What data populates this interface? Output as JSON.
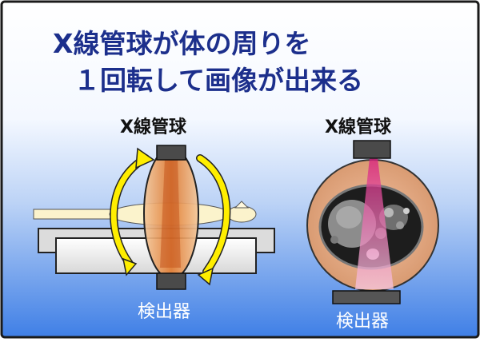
{
  "title": {
    "line1": "X線管球が体の周りを",
    "line2": "１回転して画像が出来る"
  },
  "left_diagram": {
    "tube_label": "X線管球",
    "detector_label": "検出器"
  },
  "right_diagram": {
    "tube_label": "X線管球",
    "detector_label": "検出器"
  },
  "colors": {
    "background_top": "#ffffff",
    "background_bottom": "#3f7fe6",
    "border": "#1a1a1a",
    "title_text": "#1c2f8c",
    "arrow_yellow": "#ffee00",
    "body_orange": "#e08a40",
    "beam_pink": "#e0409a",
    "device_gray": "#4a4a4a",
    "bed_cream": "#fbf3cc"
  }
}
